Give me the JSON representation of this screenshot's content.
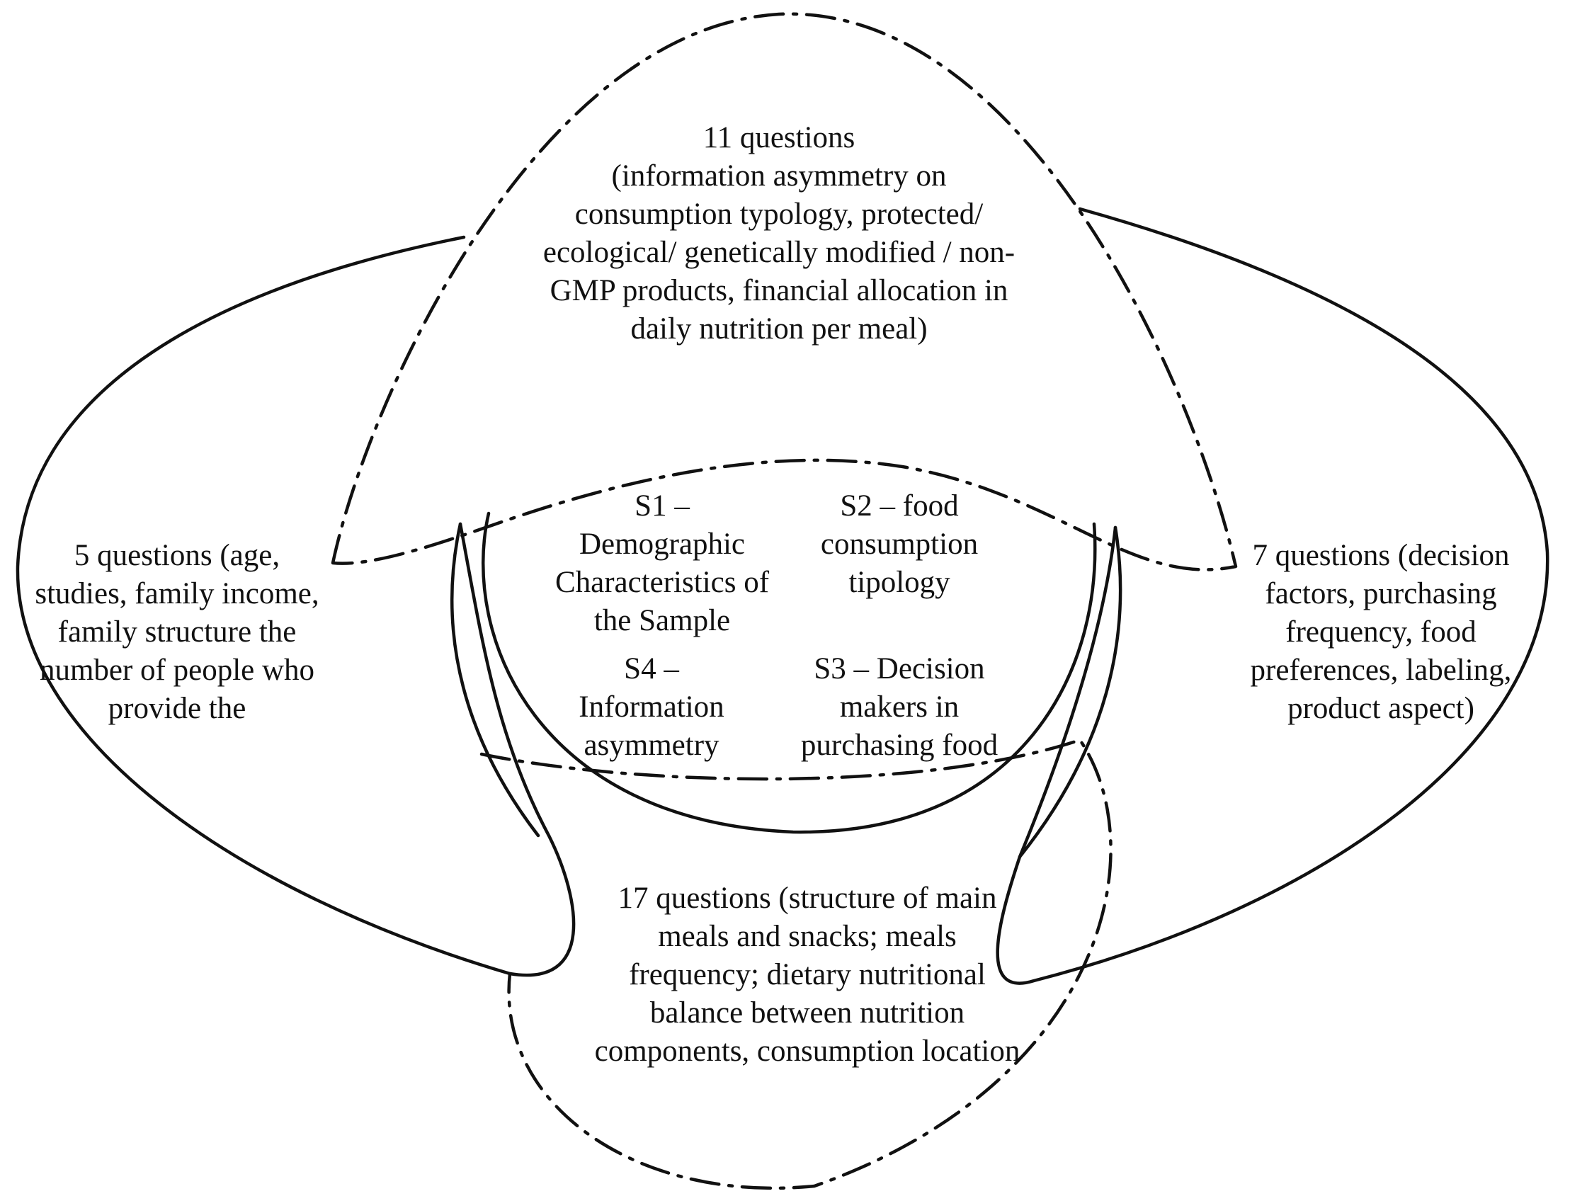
{
  "blocks": {
    "top": {
      "lines": [
        "11 questions",
        "(information asymmetry on",
        "consumption typology, protected/",
        "ecological/ genetically modified / non-",
        "GMP products, financial allocation in",
        "daily nutrition per meal)"
      ]
    },
    "left": {
      "lines": [
        "5 questions (age,",
        "studies, family income,",
        "family structure the",
        "number of people who",
        "provide the"
      ]
    },
    "right": {
      "lines": [
        "7 questions (decision",
        "factors, purchasing",
        "frequency, food",
        "preferences, labeling,",
        "product aspect)"
      ]
    },
    "bottom": {
      "lines": [
        "17 questions (structure of main",
        "meals and snacks; meals",
        "frequency; dietary nutritional",
        "balance between nutrition",
        "components, consumption location"
      ]
    },
    "center": {
      "s1": {
        "lines": [
          "S1 –",
          "Demographic",
          "Characteristics of",
          "the Sample"
        ]
      },
      "s2": {
        "lines": [
          "S2 – food",
          "consumption",
          "tipology"
        ]
      },
      "s3": {
        "lines": [
          "S3 – Decision",
          "makers in",
          "purchasing food"
        ]
      },
      "s4": {
        "lines": [
          "S4 –",
          "Information",
          "asymmetry"
        ]
      }
    }
  }
}
